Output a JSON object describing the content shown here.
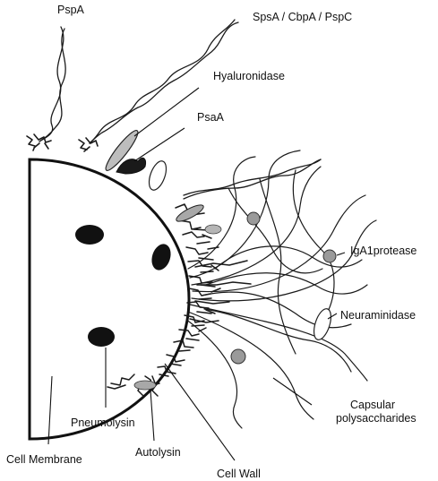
{
  "labels": {
    "pspa": "PspA",
    "spsa": "SpsA / CbpA / PspC",
    "hyaluronidase": "Hyaluronidase",
    "psaa": "PsaA",
    "iga1protease": "IgA1protease",
    "neuraminidase": "Neuraminidase",
    "capsular_line1": "Capsular",
    "capsular_line2": "polysaccharides",
    "pneumolysin": "Pneumolysin",
    "autolysin": "Autolysin",
    "cell_membrane": "Cell Membrane",
    "cell_wall": "Cell Wall"
  },
  "colors": {
    "ink": "#1a1a1a",
    "cell_fill": "#ffffff",
    "gray_protein": "#9a9a9a",
    "light_gray": "#cfcfcf"
  }
}
